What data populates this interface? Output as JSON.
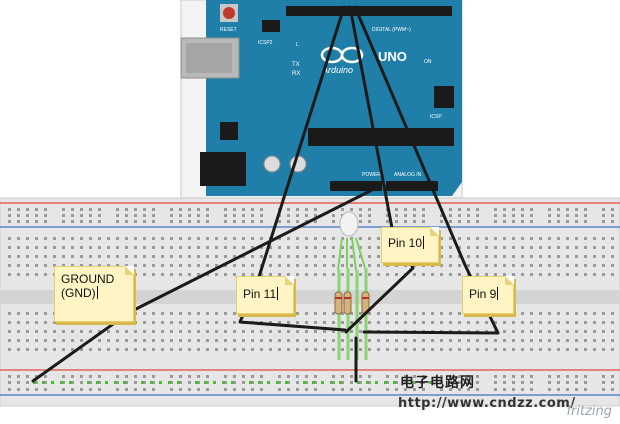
{
  "arduino": {
    "brand": "Arduino",
    "model": "UNO",
    "reset_label": "RESET",
    "icsp_label": "ICSP",
    "icsp2_label": "ICSP2",
    "digital_label": "DIGITAL (PWM~)",
    "tx_label": "TX",
    "rx_label": "RX",
    "l_label": "L",
    "on_label": "ON",
    "power_label": "POWER",
    "analog_label": "ANALOG IN",
    "board_color": "#1f7fa8"
  },
  "labels": {
    "ground": "GROUND",
    "ground_sub": "(GND)",
    "pin11": "Pin 11",
    "pin10": "Pin 10",
    "pin9": "Pin 9"
  },
  "watermark": {
    "site_cn": "电子电路网",
    "url": "http://www.cndzz.com/",
    "tool": "fritzing"
  },
  "colors": {
    "wire": "#1b1b1b",
    "breadboard": "#e7e7e7",
    "rail_red": "#e0625b",
    "rail_blue": "#5a86c9",
    "note_fill": "#fff4c4",
    "led_trace": "#7bd15e"
  }
}
